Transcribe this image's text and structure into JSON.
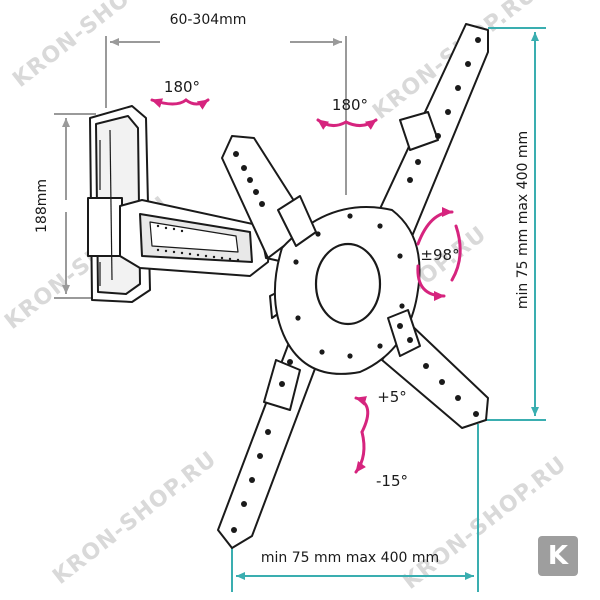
{
  "labels": {
    "top_width": "60-304mm",
    "rot_left": "180°",
    "rot_right": "180°",
    "height": "188mm",
    "swivel": "±98°",
    "tilt_up": "+5°",
    "tilt_down": "-15°",
    "vesa_vertical": "min 75 mm max 400 mm",
    "vesa_horizontal": "min 75 mm max 400 mm"
  },
  "watermark": {
    "text": "KRON-SHOP.RU",
    "logo": "K"
  },
  "colors": {
    "dimension_gray": "#9a9a9a",
    "dimension_teal": "#3aaeb0",
    "rotation_magenta": "#d6247e",
    "outline": "#1a1a1a",
    "watermark": "#d9d9d9",
    "logo_bg": "#9e9e9e"
  }
}
